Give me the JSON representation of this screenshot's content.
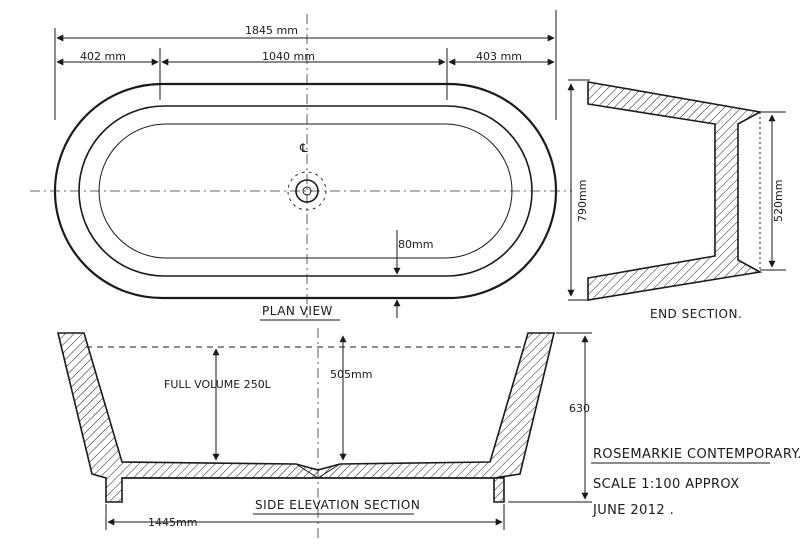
{
  "plan": {
    "overall_width": "1845 mm",
    "left_end": "402 mm",
    "middle": "1040 mm",
    "right_end": "403 mm",
    "rim_width": "80mm",
    "width": "790mm",
    "centreline_symbol": "℄",
    "label": "PLAN VIEW"
  },
  "end_section": {
    "inner_height": "520mm",
    "label": "END SECTION."
  },
  "side_elevation": {
    "full_volume": "FULL VOLUME 250L",
    "depth": "505mm",
    "height": "630",
    "base_length": "1445mm",
    "label": "SIDE ELEVATION SECTION"
  },
  "title_block": {
    "name": "ROSEMARKIE CONTEMPORARY.",
    "scale": "SCALE 1:100 APPROX",
    "date": "JUNE 2012 ."
  }
}
